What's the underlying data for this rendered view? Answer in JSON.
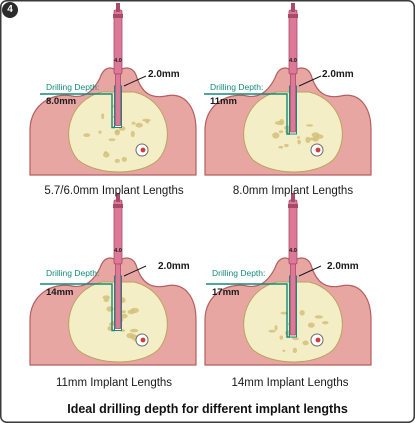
{
  "figure": {
    "step_number": "4",
    "caption": "Ideal drilling depth for different implant lengths",
    "drill_marking": "4.0",
    "colors": {
      "panel_border": "#3a3a3a",
      "gum": "#e8a6a3",
      "gum_outline": "#b35f5f",
      "bone": "#f4eec6",
      "bone_spots": "#d2c07a",
      "drill": "#dc7898",
      "drill_dark": "#a84a6a",
      "guide_line": "#148a7c"
    },
    "panels": [
      {
        "drilling_depth_label": "Drilling Depth:",
        "drilling_depth_value": "8.0mm",
        "thickness_label": "2.0mm",
        "implant_length_label": "5.7/6.0mm Implant Lengths",
        "relative_depth": 0.35,
        "has_nerve": true
      },
      {
        "drilling_depth_label": "Drilling Depth:",
        "drilling_depth_value": "11mm",
        "thickness_label": "2.0mm",
        "implant_length_label": "8.0mm Implant Lengths",
        "relative_depth": 0.48,
        "has_nerve": true
      },
      {
        "drilling_depth_label": "Drilling Depth:",
        "drilling_depth_value": "14mm",
        "thickness_label": "2.0mm",
        "implant_length_label": "11mm Implant Lengths",
        "relative_depth": 0.61,
        "has_nerve": true
      },
      {
        "drilling_depth_label": "Drilling Depth:",
        "drilling_depth_value": "17mm",
        "thickness_label": "2.0mm",
        "implant_length_label": "14mm Implant Lengths",
        "relative_depth": 0.74,
        "has_nerve": true
      }
    ]
  }
}
